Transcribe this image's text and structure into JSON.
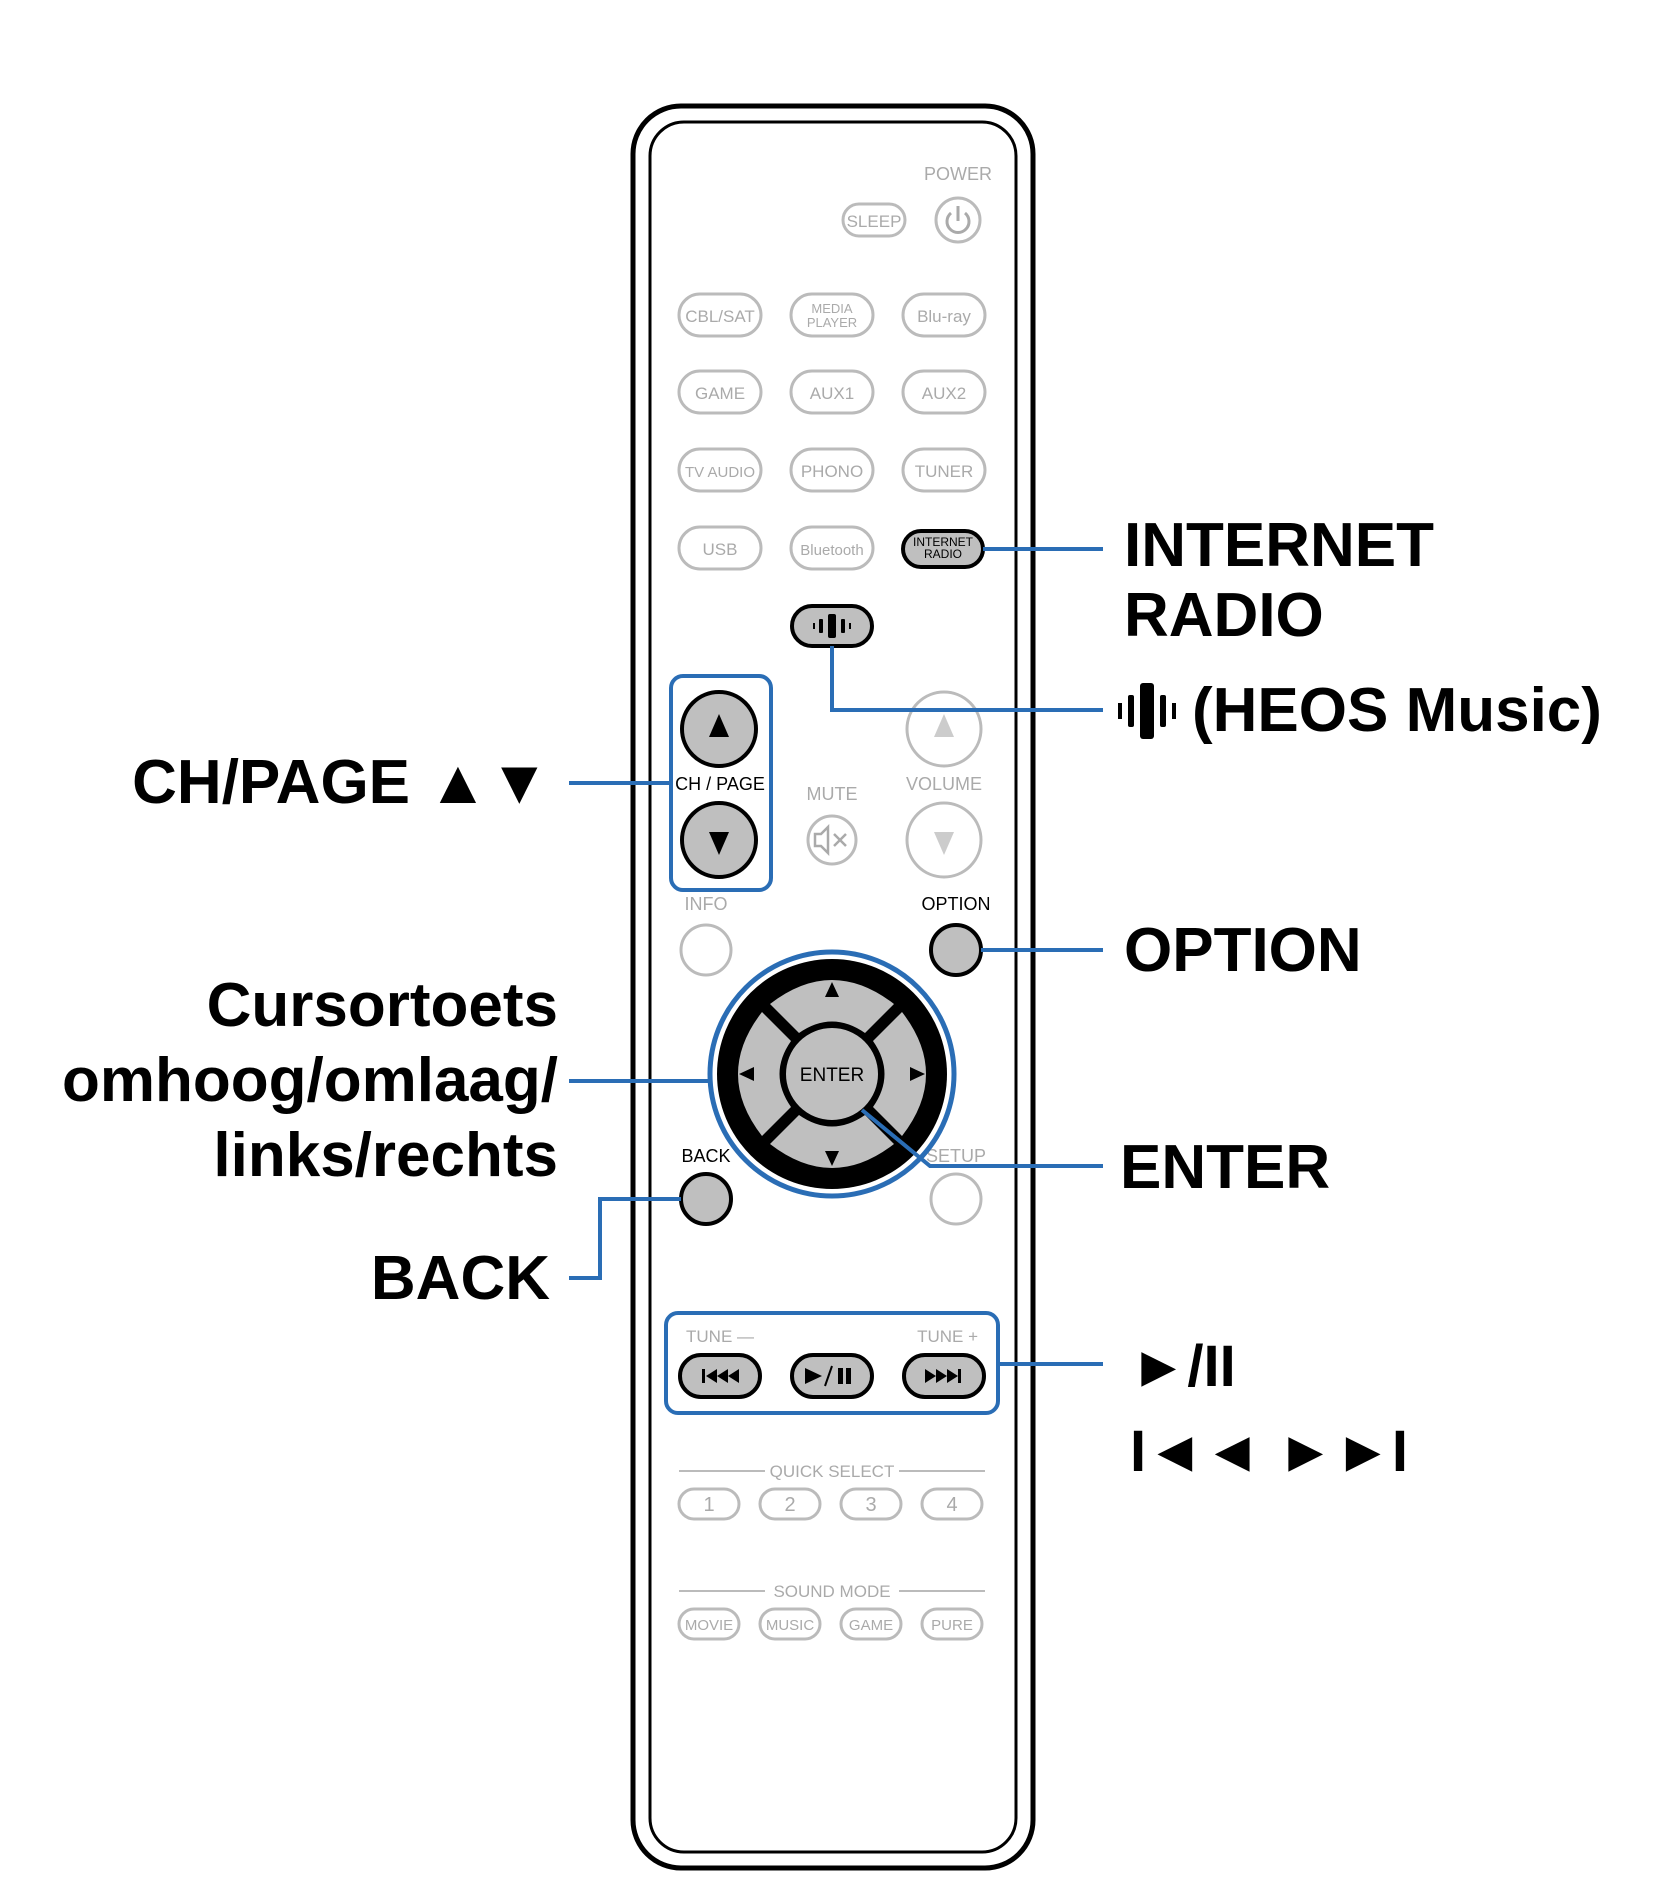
{
  "remote": {
    "power_label": "POWER",
    "sleep_label": "SLEEP",
    "source_rows": [
      [
        "CBL/SAT",
        "MEDIA PLAYER",
        "Blu-ray"
      ],
      [
        "GAME",
        "AUX1",
        "AUX2"
      ],
      [
        "TV AUDIO",
        "PHONO",
        "TUNER"
      ],
      [
        "USB",
        "Bluetooth",
        "INTERNET RADIO"
      ]
    ],
    "ch_page_label": "CH / PAGE",
    "mute_label": "MUTE",
    "volume_label": "VOLUME",
    "info_label": "INFO",
    "option_label": "OPTION",
    "enter_label": "ENTER",
    "back_label": "BACK",
    "setup_label": "SETUP",
    "tune_minus_label": "TUNE —",
    "tune_plus_label": "TUNE +",
    "quick_select_label": "QUICK SELECT",
    "quick_select_buttons": [
      "1",
      "2",
      "3",
      "4"
    ],
    "sound_mode_label": "SOUND MODE",
    "sound_mode_buttons": [
      "MOVIE",
      "MUSIC",
      "GAME",
      "PURE"
    ],
    "highlight_color": "#2a6db5"
  },
  "callouts": {
    "internet_radio_line1": "INTERNET",
    "internet_radio_line2": "RADIO",
    "heos_music": "(HEOS Music)",
    "ch_page": "CH/PAGE ▲▼",
    "option": "OPTION",
    "cursor_line1": "Cursortoets",
    "cursor_line2": "omhoog/omlaag/",
    "cursor_line3": "links/rechts",
    "enter": "ENTER",
    "back": "BACK",
    "play_pause": "►/II",
    "skip": "I◄◄ ►►I"
  }
}
